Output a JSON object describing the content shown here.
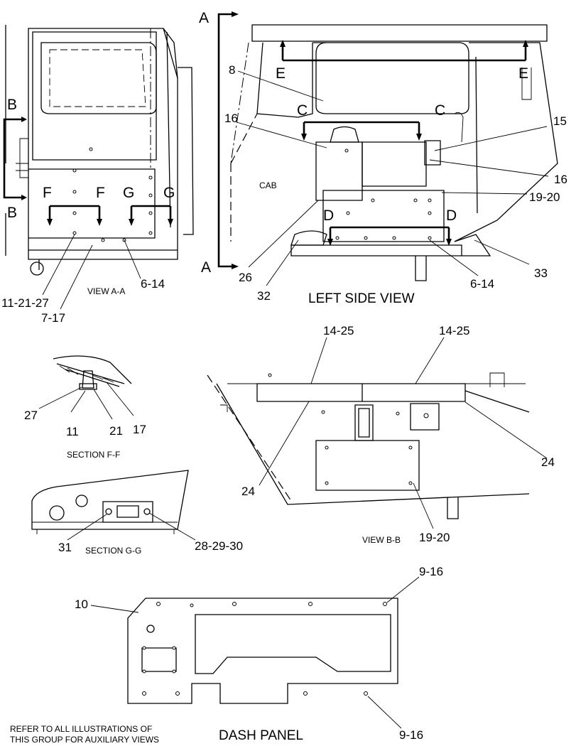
{
  "section_letters": {
    "a_top": "A",
    "a_bottom": "A",
    "b_top": "B",
    "b_bottom": "B",
    "c_left": "C",
    "c_right": "C",
    "d_left": "D",
    "d_right": "D",
    "e_left": "E",
    "e_right": "E",
    "f_left": "F",
    "f_right": "F",
    "g_left": "G",
    "g_right": "G"
  },
  "captions": {
    "view_aa": "VIEW A-A",
    "left_side_view": "LEFT SIDE VIEW",
    "cab": "CAB",
    "section_ff": "SECTION F-F",
    "section_gg": "SECTION G-G",
    "view_bb": "VIEW B-B",
    "dash_panel": "DASH PANEL",
    "note_line1": "REFER TO ALL ILLUSTRATIONS OF",
    "note_line2": "THIS GROUP FOR AUXILIARY VIEWS"
  },
  "callouts": {
    "view_aa": [
      "6-14",
      "11-21-27",
      "7-17"
    ],
    "left_side": [
      "8",
      "16",
      "15",
      "16",
      "19-20",
      "26",
      "32",
      "6-14",
      "33"
    ],
    "section_ff": [
      "27",
      "11",
      "21",
      "17"
    ],
    "view_bb": [
      "14-25",
      "14-25",
      "24",
      "24",
      "19-20"
    ],
    "section_gg": [
      "31",
      "28-29-30"
    ],
    "dash_panel": [
      "10",
      "9-16",
      "9-16"
    ]
  }
}
